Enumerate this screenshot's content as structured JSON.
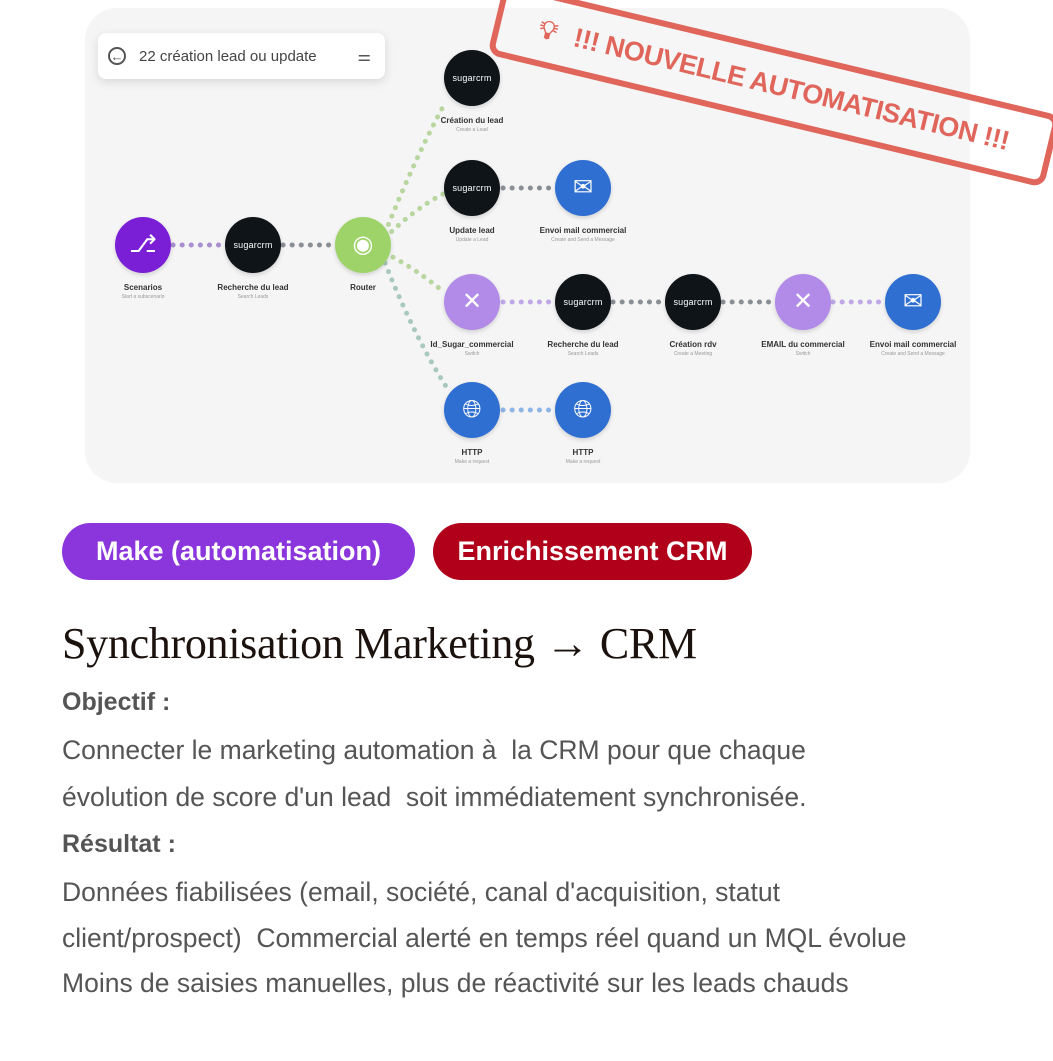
{
  "scenario": {
    "title": "22 création lead ou update",
    "back_icon": "arrow-left-circle-icon",
    "settings_icon": "sliders-icon",
    "stamp": "!!! NOUVELLE AUTOMATISATION !!!",
    "stamp_icon": "lightbulb-icon",
    "stamp_color": "#e0655a",
    "modules": [
      {
        "label": "Scenarios",
        "sub": "Start a subscenario",
        "app": "scenarios",
        "color": "#7a1fd6"
      },
      {
        "label": "Recherche du lead",
        "sub": "Search Leads",
        "app": "sugarcrm",
        "color": "#0e1418"
      },
      {
        "label": "Router",
        "sub": "",
        "app": "router",
        "color": "#9ed36a"
      },
      {
        "label": "Création du lead",
        "sub": "Create a Lead",
        "app": "sugarcrm",
        "color": "#0e1418"
      },
      {
        "label": "Update lead",
        "sub": "Update a Lead",
        "app": "sugarcrm",
        "color": "#0e1418"
      },
      {
        "label": "Envoi mail commercial",
        "sub": "Create and Send a Message",
        "app": "outlook",
        "color": "#2f6fd1"
      },
      {
        "label": "Id_Sugar_commercial",
        "sub": "Switch",
        "app": "tools",
        "color": "#b28ae8"
      },
      {
        "label": "Recherche du lead",
        "sub": "Search Leads",
        "app": "sugarcrm",
        "color": "#0e1418"
      },
      {
        "label": "Création rdv",
        "sub": "Create a Meeting",
        "app": "sugarcrm",
        "color": "#0e1418"
      },
      {
        "label": "EMAIL du commercial",
        "sub": "Switch",
        "app": "tools",
        "color": "#b28ae8"
      },
      {
        "label": "Envoi mail commercial",
        "sub": "Create and Send a Message",
        "app": "outlook",
        "color": "#2f6fd1"
      },
      {
        "label": "HTTP",
        "sub": "Make a request",
        "app": "http",
        "color": "#2f6fd1"
      },
      {
        "label": "HTTP",
        "sub": "Make a request",
        "app": "http",
        "color": "#2f6fd1"
      }
    ],
    "sugar_text": "sugarcrm"
  },
  "tags": [
    {
      "label": "Make (automatisation)",
      "color": "#8b35dd"
    },
    {
      "label": "Enrichissement CRM",
      "color": "#b0001a"
    }
  ],
  "article": {
    "title": "Synchronisation Marketing → CRM",
    "objectif_label": "Objectif :",
    "objectif_lines": [
      "Connecter le marketing automation à  la CRM pour que chaque",
      "évolution de score d'un lead  soit immédiatement synchronisée."
    ],
    "resultat_label": "Résultat :",
    "resultat_lines": [
      "Données fiabilisées (email, société, canal d'acquisition, statut",
      "client/prospect)  Commercial alerté en temps réel quand un MQL évolue",
      "Moins de saisies manuelles, plus de réactivité sur les leads chauds"
    ]
  }
}
